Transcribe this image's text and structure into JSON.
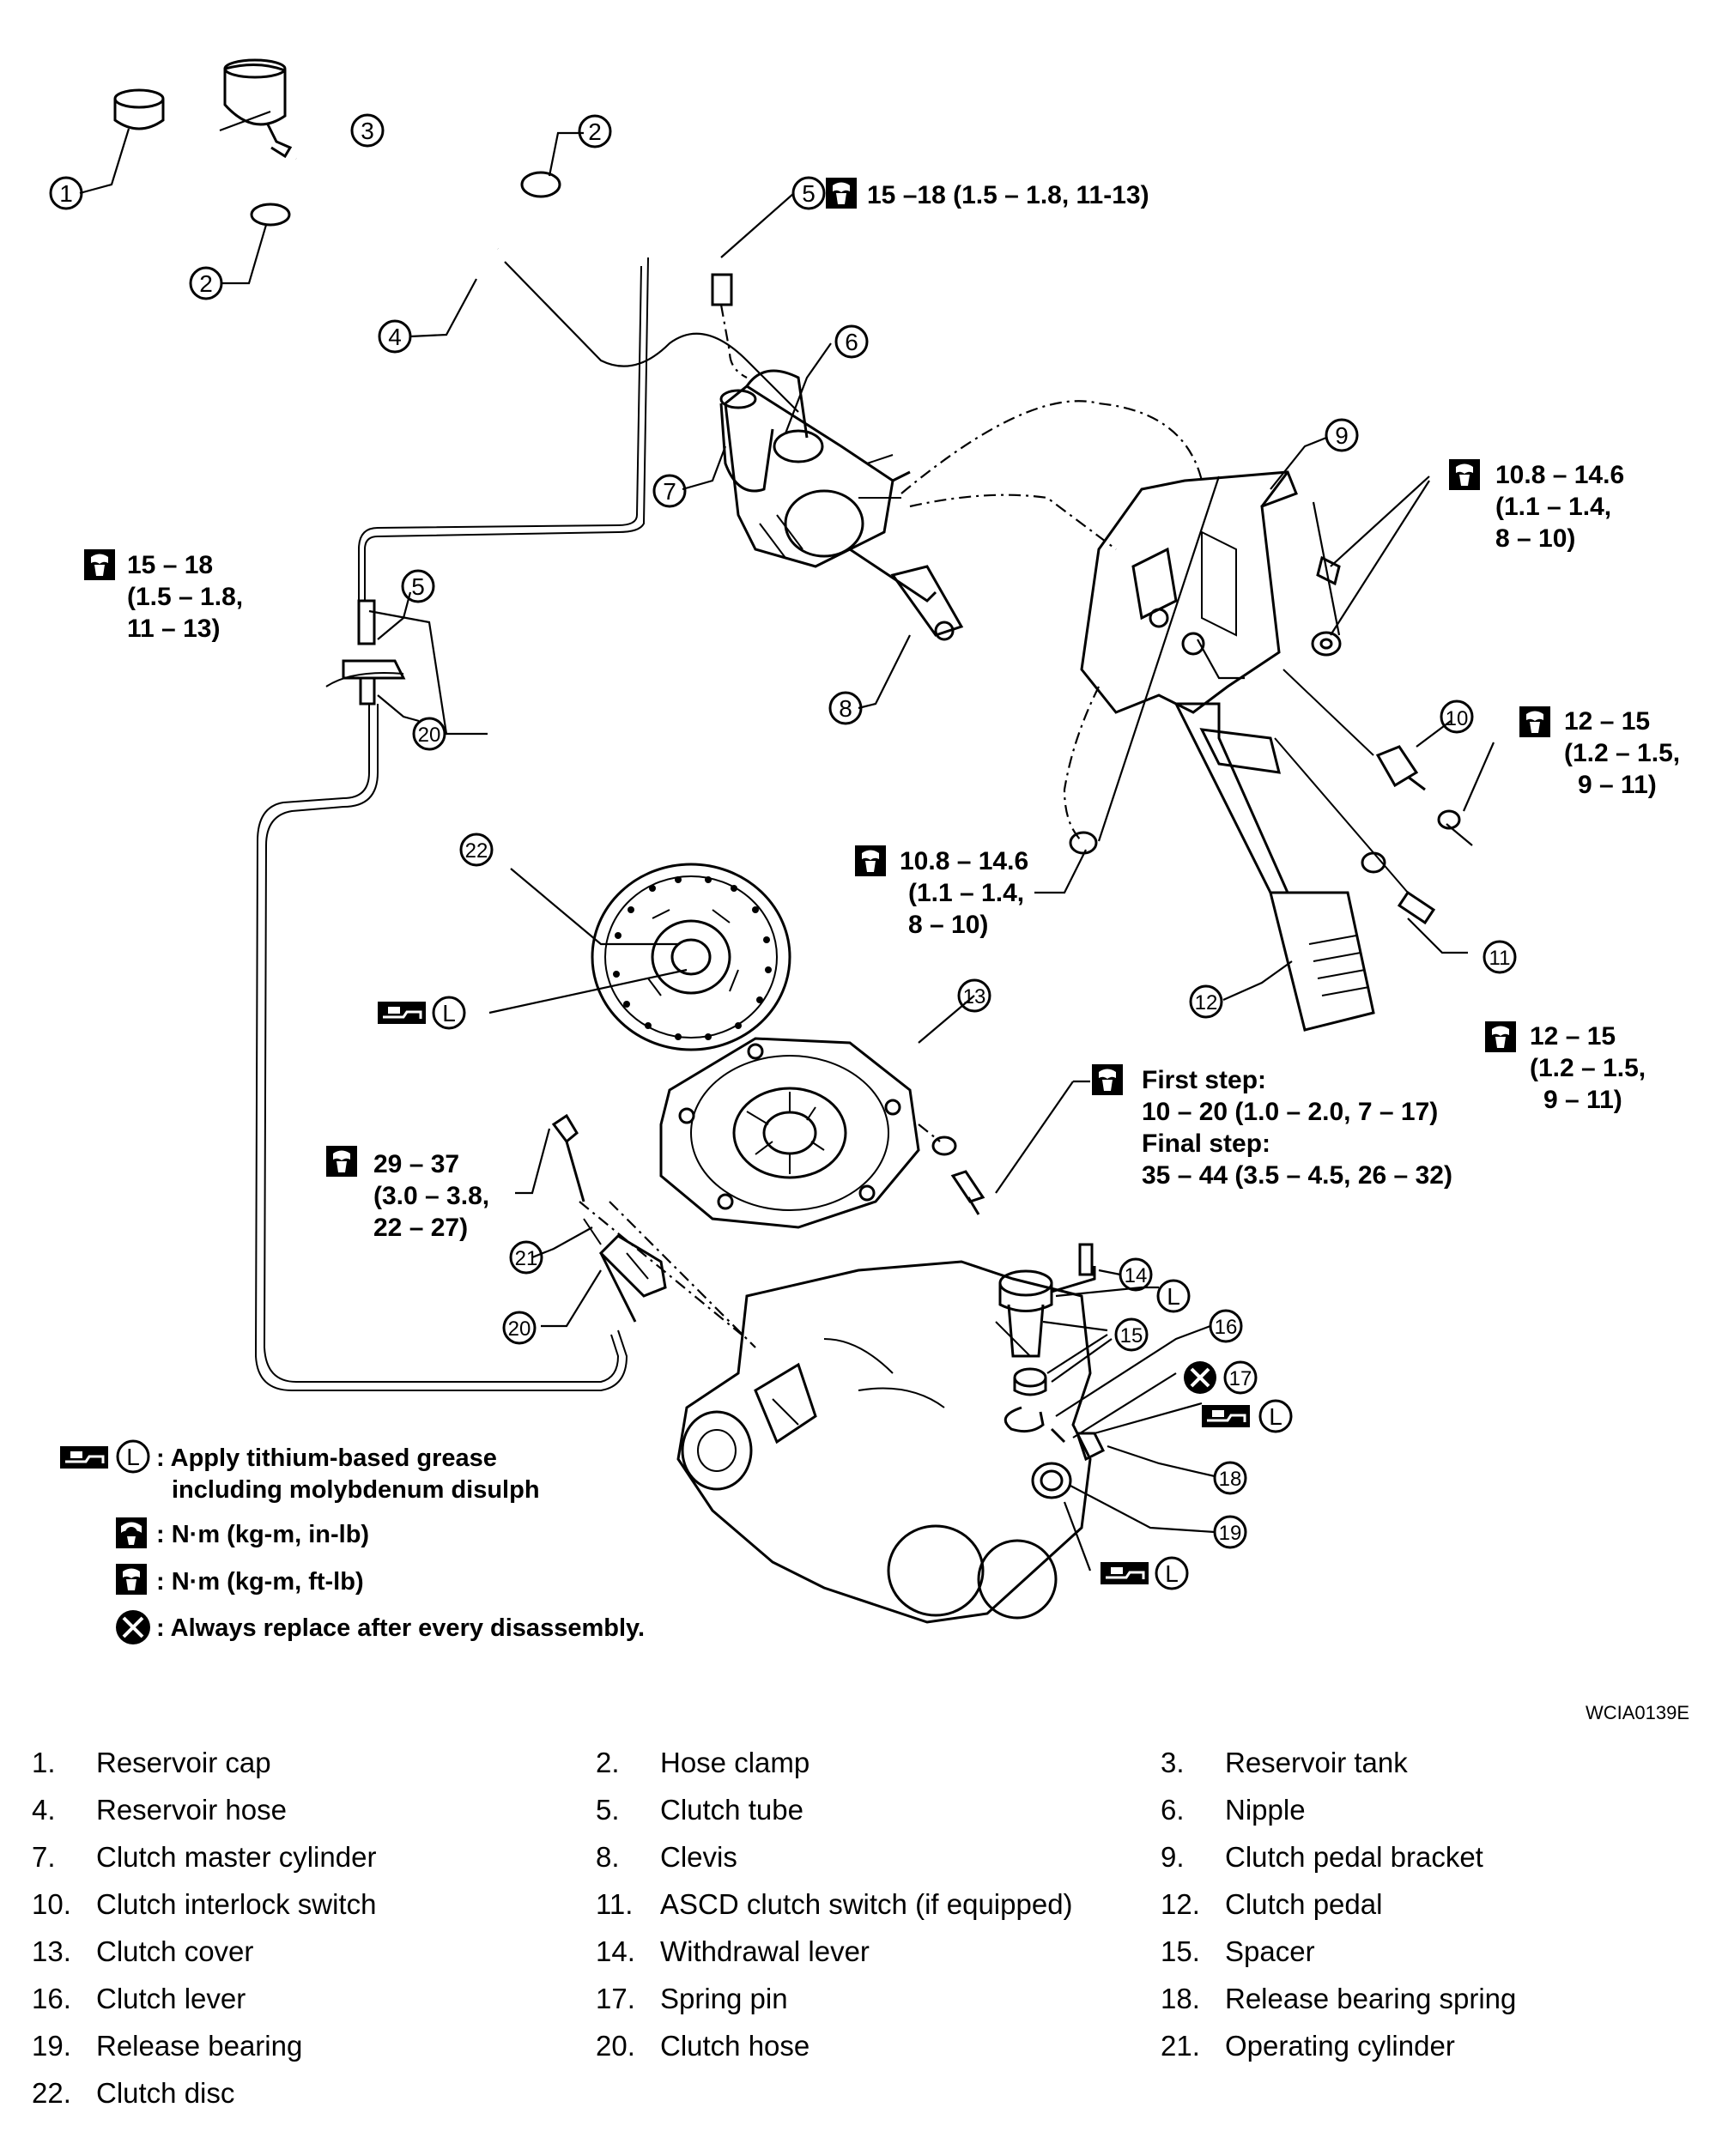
{
  "figure_code": "WCIA0139E",
  "torque_specs": {
    "t5_top": "15 –18 (1.5 – 1.8, 11-13)",
    "t5_left": [
      "15 – 18",
      "(1.5 – 1.8,",
      "11 – 13)"
    ],
    "t_bracket": [
      "10.8 – 14.6",
      "(1.1 – 1.4,",
      "8 – 10)"
    ],
    "t_mid_nut": [
      "10.8 – 14.6",
      "(1.1 – 1.4,",
      "8 – 10)"
    ],
    "t10": [
      "12 – 15",
      "(1.2 – 1.5,",
      "9 – 11)"
    ],
    "t11": [
      "12 – 15",
      "(1.2 – 1.5,",
      "9 – 11)"
    ],
    "t13": [
      "First step:",
      "10 – 20 (1.0 – 2.0, 7 – 17)",
      "Final step:",
      "35 – 44 (3.5 – 4.5, 26 – 32)"
    ],
    "t21": [
      "29 – 37",
      "(3.0 – 3.8,",
      "22 – 27)"
    ]
  },
  "callout_numbers": [
    "1",
    "2",
    "2",
    "3",
    "4",
    "5",
    "5",
    "6",
    "7",
    "8",
    "9",
    "10",
    "11",
    "12",
    "13",
    "14",
    "15",
    "16",
    "17",
    "18",
    "19",
    "20",
    "20",
    "21",
    "22"
  ],
  "grease_letter": "L",
  "legend": {
    "grease_line1": ": Apply tithium-based grease",
    "grease_line2": "including molybdenum disulph",
    "torque_inlb": ": N·m (kg-m, in-lb)",
    "torque_ftlb": ": N·m (kg-m, ft-lb)",
    "replace": ": Always replace after every disassembly."
  },
  "parts_list": [
    {
      "num": "1.",
      "name": "Reservoir cap"
    },
    {
      "num": "2.",
      "name": "Hose clamp"
    },
    {
      "num": "3.",
      "name": "Reservoir tank"
    },
    {
      "num": "4.",
      "name": "Reservoir hose"
    },
    {
      "num": "5.",
      "name": "Clutch tube"
    },
    {
      "num": "6.",
      "name": "Nipple"
    },
    {
      "num": "7.",
      "name": "Clutch master cylinder"
    },
    {
      "num": "8.",
      "name": "Clevis"
    },
    {
      "num": "9.",
      "name": "Clutch pedal bracket"
    },
    {
      "num": "10.",
      "name": "Clutch interlock switch"
    },
    {
      "num": "11.",
      "name": "ASCD clutch switch (if equipped)"
    },
    {
      "num": "12.",
      "name": "Clutch pedal"
    },
    {
      "num": "13.",
      "name": "Clutch cover"
    },
    {
      "num": "14.",
      "name": "Withdrawal lever"
    },
    {
      "num": "15.",
      "name": "Spacer"
    },
    {
      "num": "16.",
      "name": "Clutch lever"
    },
    {
      "num": "17.",
      "name": "Spring pin"
    },
    {
      "num": "18.",
      "name": "Release bearing spring"
    },
    {
      "num": "19.",
      "name": "Release bearing"
    },
    {
      "num": "20.",
      "name": "Clutch hose"
    },
    {
      "num": "21.",
      "name": "Operating cylinder"
    },
    {
      "num": "22.",
      "name": "Clutch disc"
    }
  ]
}
